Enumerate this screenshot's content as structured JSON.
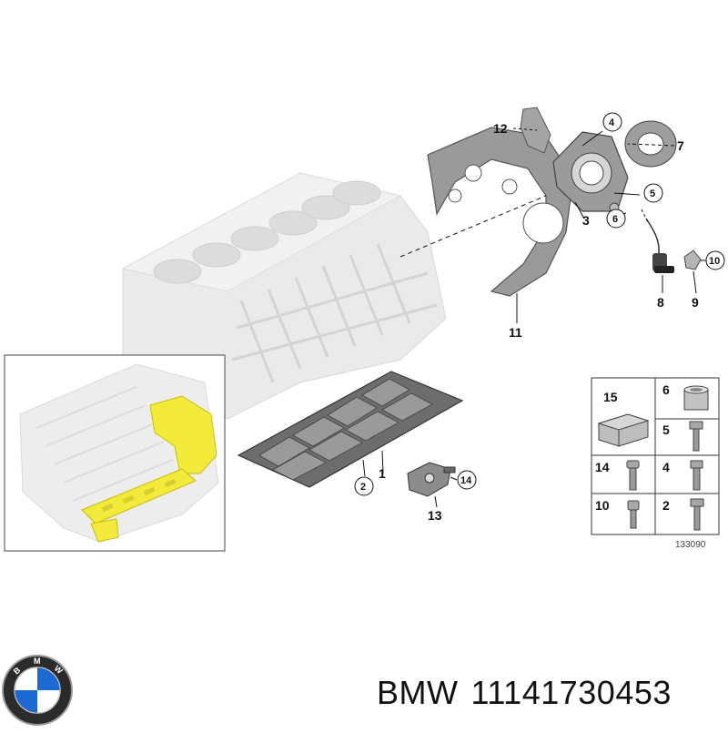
{
  "callouts": {
    "c1": "1",
    "c2": "2",
    "c3": "3",
    "c4": "4",
    "c5": "5",
    "c6": "6",
    "c7": "7",
    "c8": "8",
    "c9": "9",
    "c10": "10",
    "c11": "11",
    "c12": "12",
    "c13": "13",
    "c14": "14"
  },
  "legend": {
    "items": [
      {
        "label": "15",
        "part": "flat-box"
      },
      {
        "label": "6",
        "part": "sleeve"
      },
      {
        "label": "5",
        "part": "hex-bolt"
      },
      {
        "label": "14",
        "part": "torx-bolt"
      },
      {
        "label": "4",
        "part": "hex-bolt"
      },
      {
        "label": "10",
        "part": "socket-bolt"
      },
      {
        "label": "2",
        "part": "hex-bolt"
      }
    ],
    "ref_code": "133090"
  },
  "footer": {
    "brand": "BMW",
    "part_number": "11141730453"
  },
  "icons": {
    "logo": "bmw-roundel-icon"
  },
  "colors": {
    "highlight": "#e6dc1e",
    "part_gray": "#8a8a8a",
    "ghost_block": "#e3e3e3",
    "logo_blue": "#1c69d4"
  }
}
